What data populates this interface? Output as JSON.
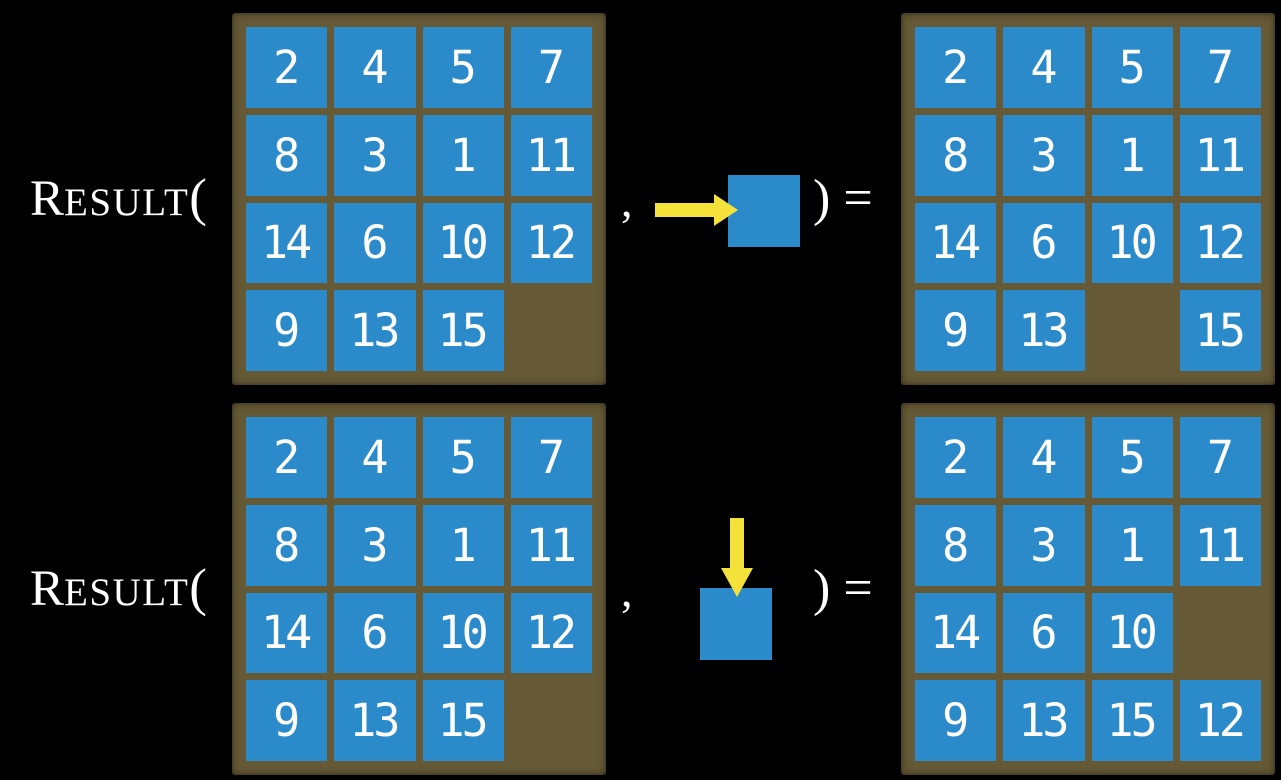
{
  "colors": {
    "background": "#000000",
    "board-bg": "#665936",
    "tile-bg": "#2b8bca",
    "arrow": "#f4e23a",
    "text": "#ffffff"
  },
  "function_label": {
    "initial": "R",
    "rest": "ESULT",
    "open_paren": "("
  },
  "separator_comma": ",",
  "close_paren_equals": ") =",
  "rows": [
    {
      "move_direction": "right",
      "input_board": [
        [
          "2",
          "4",
          "5",
          "7"
        ],
        [
          "8",
          "3",
          "1",
          "11"
        ],
        [
          "14",
          "6",
          "10",
          "12"
        ],
        [
          "9",
          "13",
          "15",
          null
        ]
      ],
      "output_board": [
        [
          "2",
          "4",
          "5",
          "7"
        ],
        [
          "8",
          "3",
          "1",
          "11"
        ],
        [
          "14",
          "6",
          "10",
          "12"
        ],
        [
          "9",
          "13",
          null,
          "15"
        ]
      ]
    },
    {
      "move_direction": "down",
      "input_board": [
        [
          "2",
          "4",
          "5",
          "7"
        ],
        [
          "8",
          "3",
          "1",
          "11"
        ],
        [
          "14",
          "6",
          "10",
          "12"
        ],
        [
          "9",
          "13",
          "15",
          null
        ]
      ],
      "output_board": [
        [
          "2",
          "4",
          "5",
          "7"
        ],
        [
          "8",
          "3",
          "1",
          "11"
        ],
        [
          "14",
          "6",
          "10",
          null
        ],
        [
          "9",
          "13",
          "15",
          "12"
        ]
      ]
    }
  ]
}
